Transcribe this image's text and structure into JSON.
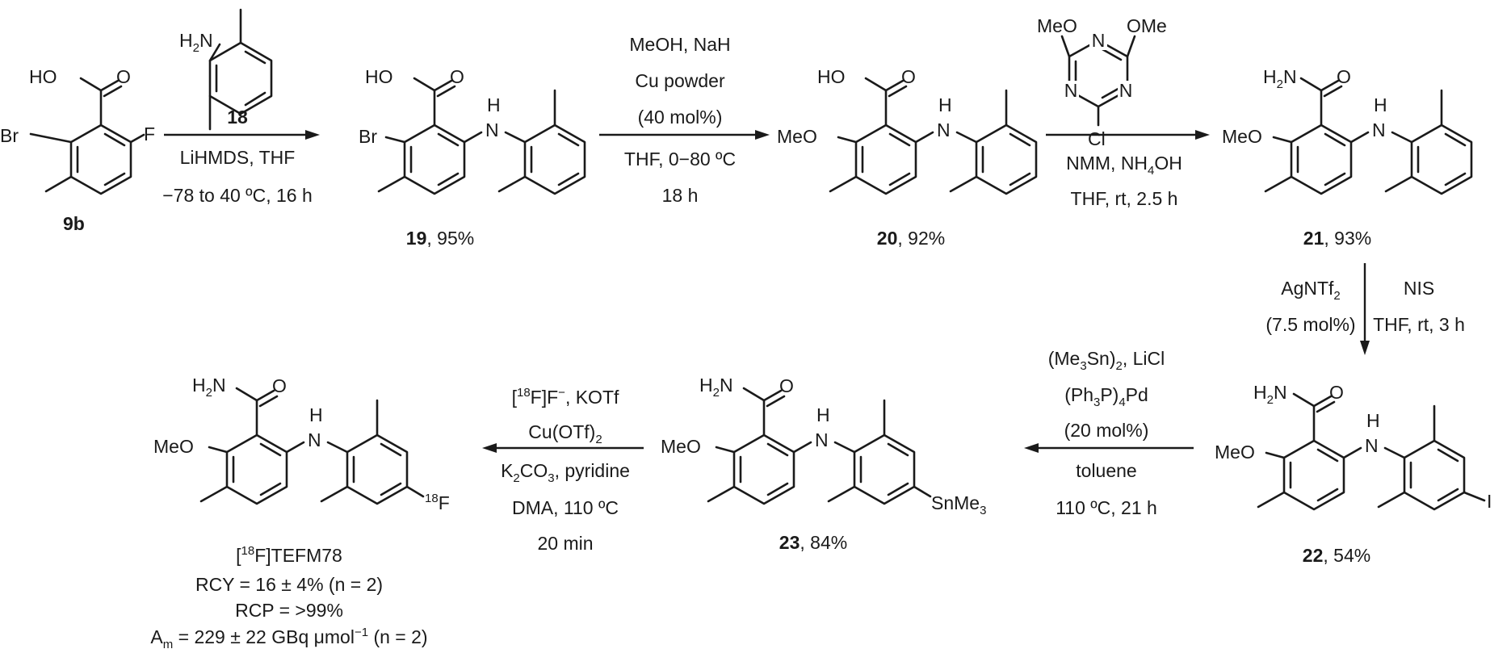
{
  "compounds": {
    "c9b": {
      "label": "9b",
      "yield": ""
    },
    "c19": {
      "label": "19",
      "yield": ", 95%"
    },
    "c20": {
      "label": "20",
      "yield": ", 92%"
    },
    "c21": {
      "label": "21",
      "yield": ", 93%"
    },
    "c22": {
      "label": "22",
      "yield": ", 54%"
    },
    "c23": {
      "label": "23",
      "yield": ", 84%"
    }
  },
  "atoms": {
    "HO": "HO",
    "O": "O",
    "Br": "Br",
    "F": "F",
    "H2N_H": "H",
    "H2N_sub": "2",
    "H2N_N": "N",
    "N": "N",
    "H": "H",
    "MeO": "MeO",
    "OMe": "OMe",
    "Cl": "Cl",
    "I": "I",
    "SnMe": "SnMe",
    "sub3": "3",
    "F18": "18",
    "Fsym": "F"
  },
  "steps": {
    "s1": {
      "reagent_label": "18",
      "line1": "LiHMDS, THF",
      "line2": "−78 to 40 ºC, 16 h"
    },
    "s2": {
      "line1": "MeOH, NaH",
      "line2": "Cu powder",
      "line3": "(40 mol%)",
      "line4": "THF, 0−80 ºC",
      "line5": "18 h"
    },
    "s3": {
      "line1a": "NMM, NH",
      "line1b": "4",
      "line1c": "OH",
      "line2": "THF, rt, 2.5 h"
    },
    "s4": {
      "left1a": "AgNTf",
      "left1b": "2",
      "left2": "(7.5 mol%)",
      "right1": "NIS",
      "right2": "THF, rt, 3 h"
    },
    "s5": {
      "l1a": "(Me",
      "l1b": "3",
      "l1c": "Sn)",
      "l1d": "2",
      "l1e": ", LiCl",
      "l2a": "(Ph",
      "l2b": "3",
      "l2c": "P)",
      "l2d": "4",
      "l2e": "Pd",
      "l3": "(20 mol%)",
      "l4": "toluene",
      "l5": "110 ºC, 21 h"
    },
    "s6": {
      "l1a": "[",
      "l1b": "18",
      "l1c": "F]F",
      "l1d": "−",
      "l1e": ", KOTf",
      "l2a": "Cu(OTf)",
      "l2b": "2",
      "l3a": "K",
      "l3b": "2",
      "l3c": "CO",
      "l3d": "3",
      "l3e": ", pyridine",
      "l4": "DMA, 110 ºC",
      "l5": "20 min"
    }
  },
  "product": {
    "name_a": "[",
    "name_b": "18",
    "name_c": "F]TEFM78",
    "rcy": "RCY = 16 ± 4% (n = 2)",
    "rcp": "RCP = >99%",
    "am_a": "A",
    "am_b": "m",
    "am_c": " = 229 ± 22 GBq μmol",
    "am_d": "−1",
    "am_e": " (n = 2)"
  }
}
